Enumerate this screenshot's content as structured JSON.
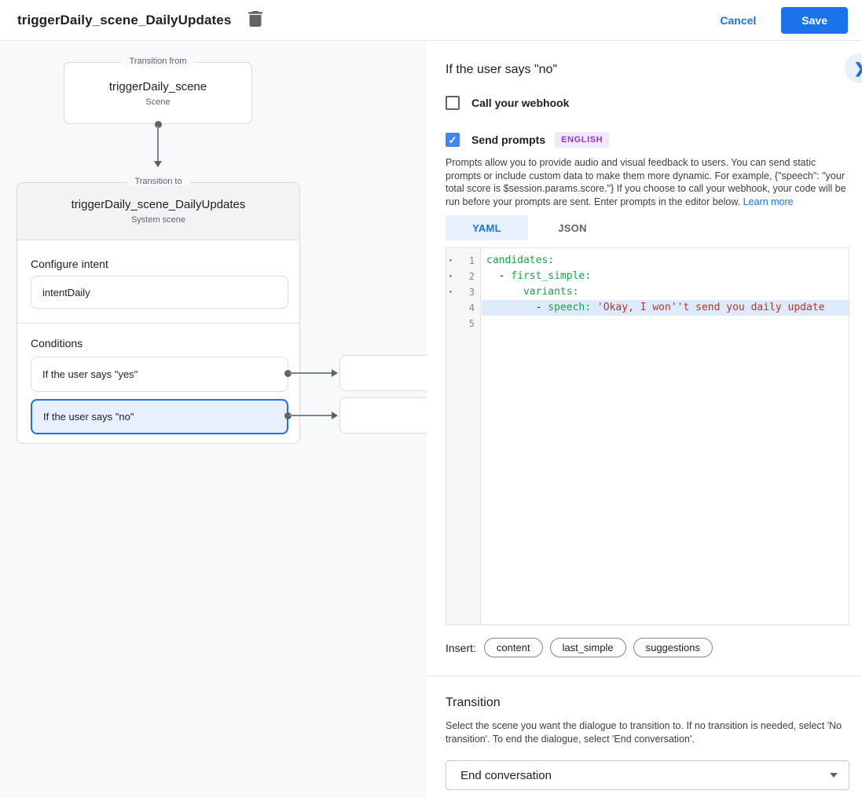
{
  "header": {
    "title": "triggerDaily_scene_DailyUpdates",
    "cancel_label": "Cancel",
    "save_label": "Save"
  },
  "diagram": {
    "from_label": "Transition from",
    "from_title": "triggerDaily_scene",
    "from_subtitle": "Scene",
    "to_label": "Transition to",
    "to_title": "triggerDaily_scene_DailyUpdates",
    "to_subtitle": "System scene",
    "configure_intent_label": "Configure intent",
    "intent_value": "intentDaily",
    "conditions_label": "Conditions",
    "condition_yes": "If the user says \"yes\"",
    "condition_no": "If the user says \"no\""
  },
  "panel": {
    "title": "If the user says \"no\"",
    "webhook_label": "Call your webhook",
    "prompts_label": "Send prompts",
    "language_badge": "ENGLISH",
    "description": "Prompts allow you to provide audio and visual feedback to users. You can send static prompts or include custom data to make them more dynamic. For example, {\"speech\": \"your total score is $session.params.score.\"} If you choose to call your webhook, your code will be run before your prompts are sent. Enter prompts in the editor below. ",
    "learn_more": "Learn more",
    "tabs": {
      "yaml": "YAML",
      "json": "JSON"
    },
    "insert_label": "Insert:",
    "chips": [
      "content",
      "last_simple",
      "suggestions"
    ]
  },
  "editor": {
    "lines": [
      {
        "num": "1",
        "fold": "▾",
        "indent": "",
        "dash": "",
        "key": "candidates:",
        "sep": "",
        "value": ""
      },
      {
        "num": "2",
        "fold": "▾",
        "indent": "  ",
        "dash": "- ",
        "key": "first_simple:",
        "sep": "",
        "value": ""
      },
      {
        "num": "3",
        "fold": "▾",
        "indent": "      ",
        "dash": "",
        "key": "variants:",
        "sep": "",
        "value": ""
      },
      {
        "num": "4",
        "fold": "",
        "indent": "        ",
        "dash": "- ",
        "key": "speech:",
        "sep": " ",
        "value": "'Okay, I won''t send you daily update"
      },
      {
        "num": "5",
        "fold": "",
        "indent": "",
        "dash": "",
        "key": "",
        "sep": "",
        "value": ""
      }
    ]
  },
  "transition": {
    "title": "Transition",
    "description": "Select the scene you want the dialogue to transition to. If no transition is needed, select 'No transition'. To end the dialogue, select 'End conversation'.",
    "selected_value": "End conversation"
  },
  "colors": {
    "accent_blue": "#1a73e8",
    "checkbox_blue": "#4285f4",
    "selected_condition_bg": "#e8f0fe",
    "canvas_bg": "#f8f9fa",
    "badge_purple": "#9334e6",
    "yaml_key_green": "#1da050",
    "yaml_string_red": "#b5362b",
    "active_line_bg": "#ddeafb"
  }
}
